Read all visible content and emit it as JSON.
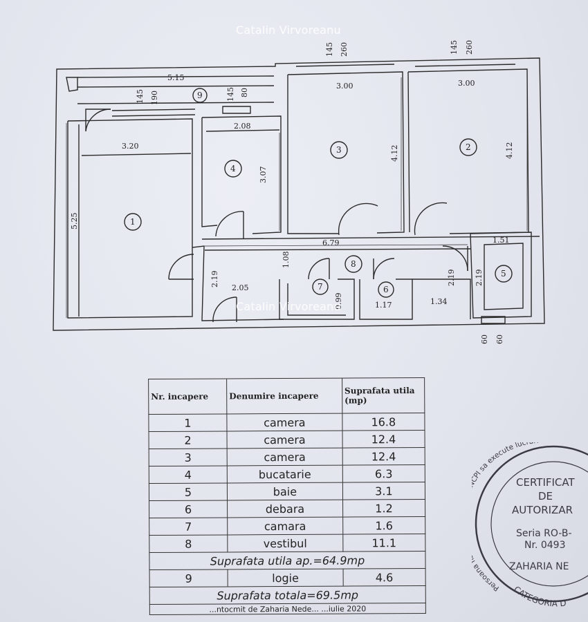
{
  "watermark": "Catalin Virvoreanu",
  "plan": {
    "rooms": [
      {
        "id": "1",
        "width": "3.20",
        "length": "5.25"
      },
      {
        "id": "2",
        "width": "3.00",
        "length": "4.12"
      },
      {
        "id": "3",
        "width": "3.00",
        "length": "4.12"
      },
      {
        "id": "4",
        "width": "2.08",
        "length": "3.07"
      },
      {
        "id": "5",
        "width": "1.51",
        "length": "2.19"
      },
      {
        "id": "6",
        "width": "1.17"
      },
      {
        "id": "7",
        "width": "0.99"
      },
      {
        "id": "8",
        "width": "6.79",
        "length": "1.08"
      },
      {
        "id": "9",
        "width": "5.15"
      }
    ],
    "dims": {
      "hall_left_h": "2.19",
      "hall_left_w": "2.05",
      "hall_right_h": "2.19",
      "hall_right_w": "1.34",
      "window_a": "145",
      "window_b": "260",
      "window_c": "145",
      "window_d": "260",
      "loggia_a_top": "145",
      "loggia_a_bot": "190",
      "loggia_b_top": "145",
      "loggia_b_bot": "80",
      "bath_win_a": "60",
      "bath_win_b": "60"
    }
  },
  "table": {
    "headers": [
      "Nr. incapere",
      "Denumire incapere",
      "Suprafata utila (mp)"
    ],
    "rows": [
      {
        "nr": "1",
        "name": "camera",
        "area": "16.8"
      },
      {
        "nr": "2",
        "name": "camera",
        "area": "12.4"
      },
      {
        "nr": "3",
        "name": "camera",
        "area": "12.4"
      },
      {
        "nr": "4",
        "name": "bucatarie",
        "area": "6.3"
      },
      {
        "nr": "5",
        "name": "baie",
        "area": "3.1"
      },
      {
        "nr": "6",
        "name": "debara",
        "area": "1.2"
      },
      {
        "nr": "7",
        "name": "camara",
        "area": "1.6"
      },
      {
        "nr": "8",
        "name": "vestibul",
        "area": "11.1"
      }
    ],
    "useful_total": "Suprafata utila ap.=64.9mp",
    "loggia": {
      "nr": "9",
      "name": "logie",
      "area": "4.6"
    },
    "grand_total": "Suprafata totala=69.5mp",
    "bottom_text": "...ntocmit de Zaharia Nede...    ...iulie 2020"
  },
  "stamp": {
    "ring_text": "Persoana fizica autorizata de ANCPI sa execute lucrari",
    "bottom_ring": "CATEGORIA D",
    "lines": [
      "CERTIFICAT",
      "DE",
      "AUTORIZAR",
      "Seria RO-B-",
      "Nr. 0493",
      "ZAHARIA NE"
    ]
  }
}
